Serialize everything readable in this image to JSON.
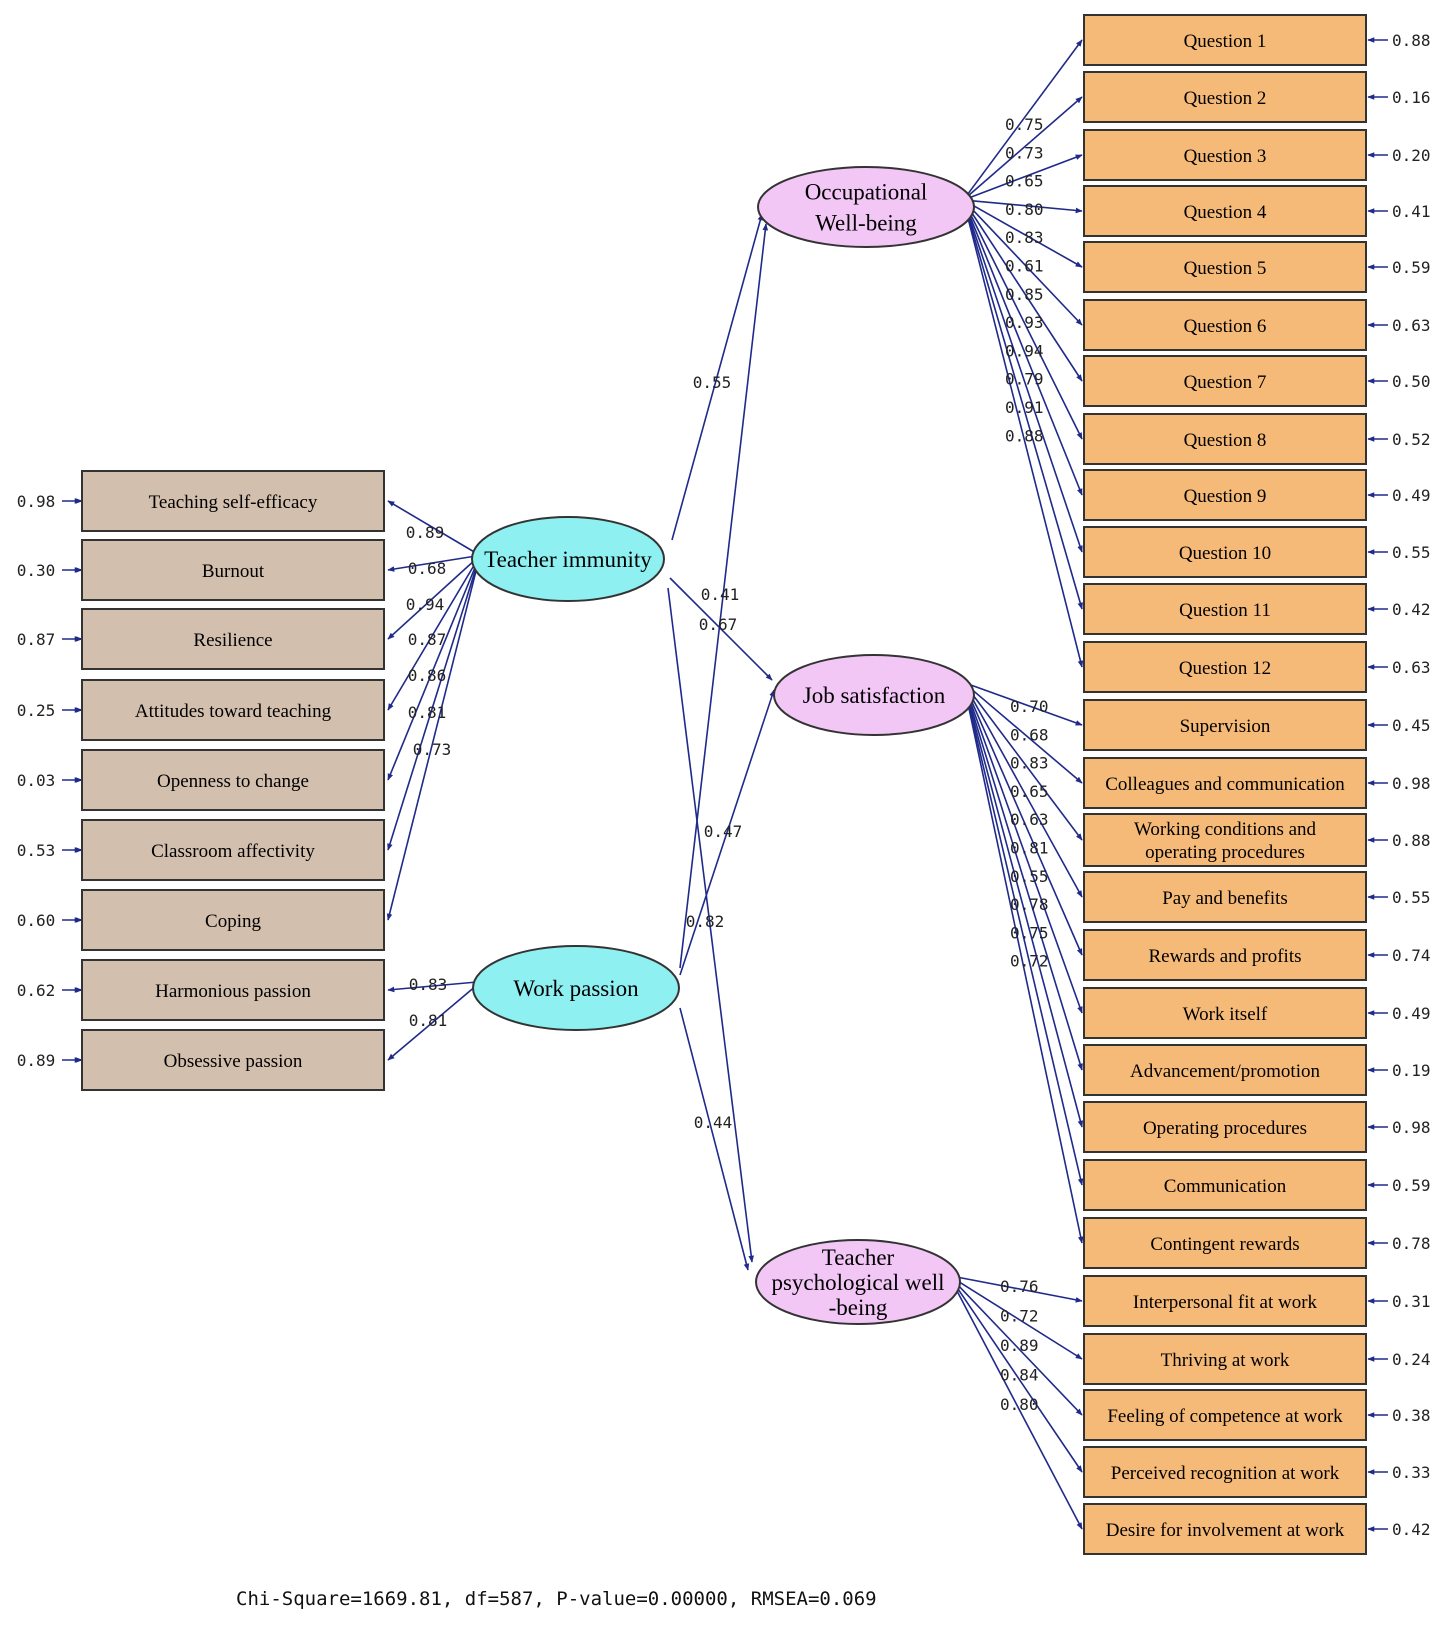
{
  "colors": {
    "indicator_left": "#d2bfae",
    "indicator_right": "#f5b978",
    "exogenous": "#8ff0f2",
    "endogenous": "#f2c6f5",
    "arrow": "#1f2a8a"
  },
  "left_indicators": [
    {
      "id": "tse",
      "label": "Teaching self-efficacy",
      "error": "0.98"
    },
    {
      "id": "burn",
      "label": "Burnout",
      "error": "0.30"
    },
    {
      "id": "res",
      "label": "Resilience",
      "error": "0.87"
    },
    {
      "id": "att",
      "label": "Attitudes toward teaching",
      "error": "0.25"
    },
    {
      "id": "open",
      "label": "Openness to change",
      "error": "0.03"
    },
    {
      "id": "class",
      "label": "Classroom affectivity",
      "error": "0.53"
    },
    {
      "id": "cope",
      "label": "Coping",
      "error": "0.60"
    },
    {
      "id": "harm",
      "label": "Harmonious passion",
      "error": "0.62"
    },
    {
      "id": "obs",
      "label": "Obsessive passion",
      "error": "0.89"
    }
  ],
  "exogenous": [
    {
      "id": "TI",
      "label": "Teacher immunity",
      "loadings": [
        "0.89",
        "0.68",
        "0.94",
        "0.87",
        "0.86",
        "0.81",
        "0.73"
      ]
    },
    {
      "id": "WP",
      "label": "Work passion",
      "loadings": [
        "0.83",
        "0.81"
      ]
    }
  ],
  "endogenous": [
    {
      "id": "OW",
      "lines": [
        "Occupational",
        "Well-being"
      ]
    },
    {
      "id": "JS",
      "lines": [
        "Job satisfaction"
      ]
    },
    {
      "id": "TPW",
      "lines": [
        "Teacher",
        "psychological well",
        "-being"
      ]
    }
  ],
  "structural_paths": [
    {
      "from": "TI",
      "to": "OW",
      "value": "0.55"
    },
    {
      "from": "TI",
      "to": "JS",
      "value": "0.41"
    },
    {
      "from": "TI",
      "to": "TPW",
      "value": "0.82"
    },
    {
      "from": "WP",
      "to": "OW",
      "value": "0.67"
    },
    {
      "from": "WP",
      "to": "JS",
      "value": "0.47"
    },
    {
      "from": "WP",
      "to": "TPW",
      "value": "0.44"
    }
  ],
  "right_groups": [
    {
      "factor": "OW",
      "items": [
        {
          "label": "Question 1",
          "loading": "0.75",
          "error": "0.88"
        },
        {
          "label": "Question 2",
          "loading": "0.73",
          "error": "0.16"
        },
        {
          "label": "Question 3",
          "loading": "0.65",
          "error": "0.20"
        },
        {
          "label": "Question 4",
          "loading": "0.80",
          "error": "0.41"
        },
        {
          "label": "Question 5",
          "loading": "0.83",
          "error": "0.59"
        },
        {
          "label": "Question 6",
          "loading": "0.61",
          "error": "0.63"
        },
        {
          "label": "Question 7",
          "loading": "0.85",
          "error": "0.50"
        },
        {
          "label": "Question 8",
          "loading": "0.93",
          "error": "0.52"
        },
        {
          "label": "Question 9",
          "loading": "0.94",
          "error": "0.49"
        },
        {
          "label": "Question 10",
          "loading": "0.79",
          "error": "0.55"
        },
        {
          "label": "Question 11",
          "loading": "0.91",
          "error": "0.42"
        },
        {
          "label": "Question 12",
          "loading": "0.88",
          "error": "0.63"
        }
      ]
    },
    {
      "factor": "JS",
      "items": [
        {
          "label": "Supervision",
          "loading": "0.70",
          "error": "0.45"
        },
        {
          "label": "Colleagues and communication",
          "loading": "0.68",
          "error": "0.98"
        },
        {
          "label": "Working conditions and operating procedures",
          "loading": "0.83",
          "error": "0.88"
        },
        {
          "label": "Pay and benefits",
          "loading": "0.65",
          "error": "0.55"
        },
        {
          "label": "Rewards and profits",
          "loading": "0.63",
          "error": "0.74"
        },
        {
          "label": "Work itself",
          "loading": "0.81",
          "error": "0.49"
        },
        {
          "label": "Advancement/promotion",
          "loading": "0.55",
          "error": "0.19"
        },
        {
          "label": "Operating procedures",
          "loading": "0.78",
          "error": "0.98"
        },
        {
          "label": "Communication",
          "loading": "0.75",
          "error": "0.59"
        },
        {
          "label": "Contingent rewards",
          "loading": "0.72",
          "error": "0.78"
        }
      ]
    },
    {
      "factor": "TPW",
      "items": [
        {
          "label": "Interpersonal fit at work",
          "loading": "0.76",
          "error": "0.31"
        },
        {
          "label": "Thriving at work",
          "loading": "0.72",
          "error": "0.24"
        },
        {
          "label": "Feeling of competence at work",
          "loading": "0.89",
          "error": "0.38"
        },
        {
          "label": "Perceived recognition at work",
          "loading": "0.84",
          "error": "0.33"
        },
        {
          "label": "Desire for involvement at work",
          "loading": "0.80",
          "error": "0.42"
        }
      ]
    }
  ],
  "fit_statistics": "Chi-Square=1669.81, df=587, P-value=0.00000, RMSEA=0.069"
}
